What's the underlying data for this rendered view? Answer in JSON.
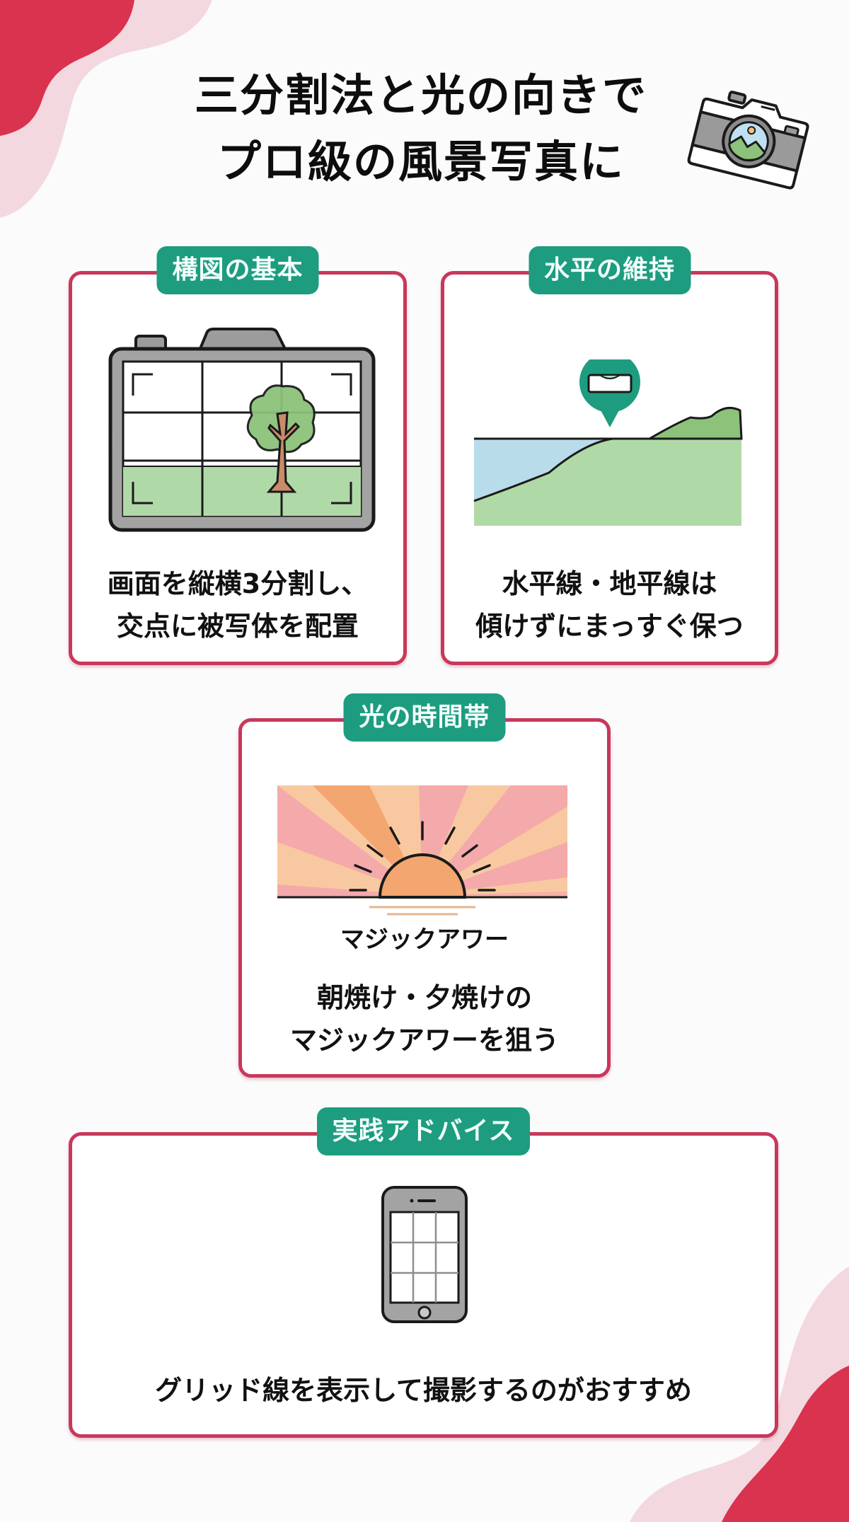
{
  "header": {
    "title_lines": [
      "三分割法と光の向きで",
      "プロ級の風景写真に"
    ],
    "icon": "camera-icon"
  },
  "cards": [
    {
      "tag": "構図の基本",
      "icon": "camera-grid-tree-icon",
      "caption_lines": [
        "画面を縦横3分割し、",
        "交点に被写体を配置"
      ]
    },
    {
      "tag": "水平の維持",
      "icon": "horizon-level-icon",
      "caption_lines": [
        "水平線・地平線は",
        "傾けずにまっすぐ保つ"
      ]
    },
    {
      "tag": "光の時間帯",
      "icon": "sunset-icon",
      "illustration_label": "マジックアワー",
      "caption_lines": [
        "朝焼け・夕焼けの",
        "マジックアワーを狙う"
      ]
    },
    {
      "tag": "実践アドバイス",
      "icon": "smartphone-grid-icon",
      "caption_lines": [
        "グリッド線を表示して撮影するのがおすすめ"
      ]
    }
  ],
  "colors": {
    "accent_red": "#d9334f",
    "accent_pink": "#f4d8df",
    "card_border": "#c8385a",
    "tag_green": "#1e9c80",
    "grass_green": "#a8d5a0",
    "sky_blue": "#b9dcea",
    "sun_orange": "#f3a670"
  }
}
